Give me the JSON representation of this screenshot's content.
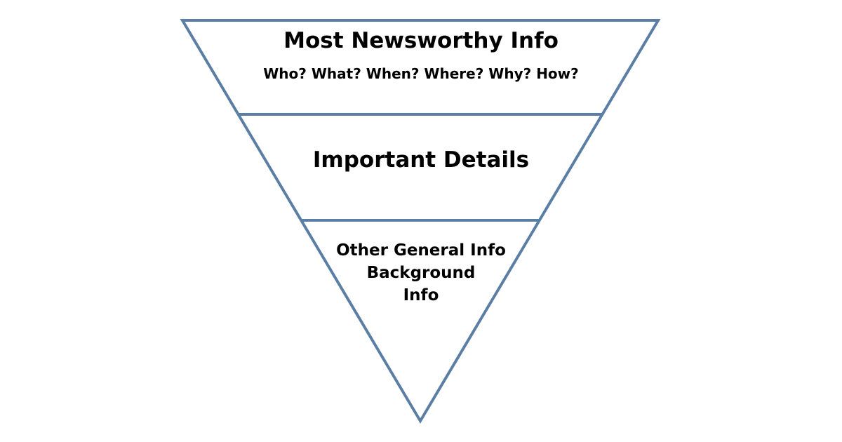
{
  "diagram": {
    "stroke_color": "#5b7fa4",
    "tiers": [
      {
        "title": "Most Newsworthy Info",
        "subtitle": "Who? What? When? Where? Why? How?"
      },
      {
        "title": "Important Details"
      },
      {
        "lines": [
          "Other General Info",
          "Background",
          "Info"
        ]
      }
    ]
  }
}
